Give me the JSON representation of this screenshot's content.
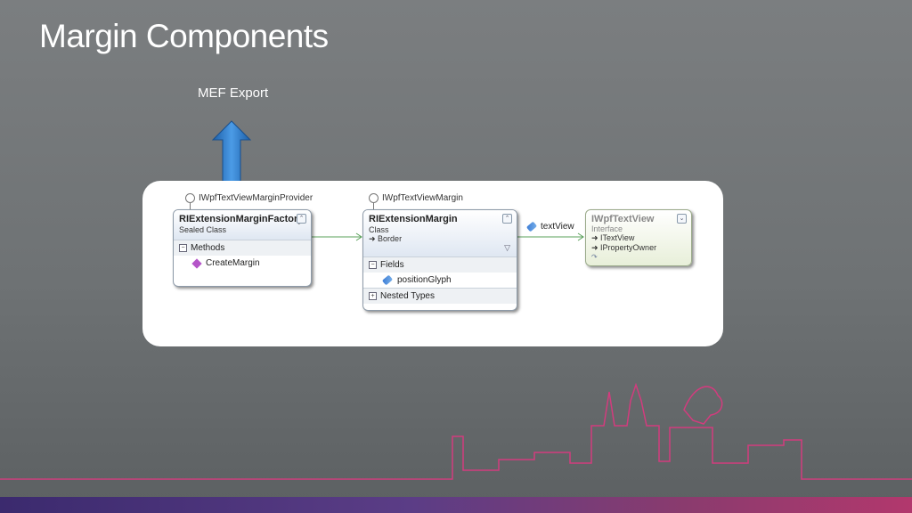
{
  "slide": {
    "title": "Margin Components",
    "export_label": "MEF Export"
  },
  "diagram": {
    "factory": {
      "interface": "IWpfTextViewMarginProvider",
      "name": "RIExtensionMarginFactory",
      "kind": "Sealed Class",
      "section": "Methods",
      "members": [
        "CreateMargin"
      ]
    },
    "margin": {
      "interface": "IWpfTextViewMargin",
      "name": "RIExtensionMargin",
      "kind": "Class",
      "inherits": "Border",
      "section_fields": "Fields",
      "fields": [
        "positionGlyph"
      ],
      "section_nested": "Nested Types"
    },
    "association_label": "textView",
    "textview": {
      "name": "IWpfTextView",
      "kind": "Interface",
      "inherits": [
        "ITextView",
        "IPropertyOwner"
      ]
    }
  },
  "colors": {
    "accent": "#d23c7e",
    "arrow": "#2f7fd0"
  }
}
